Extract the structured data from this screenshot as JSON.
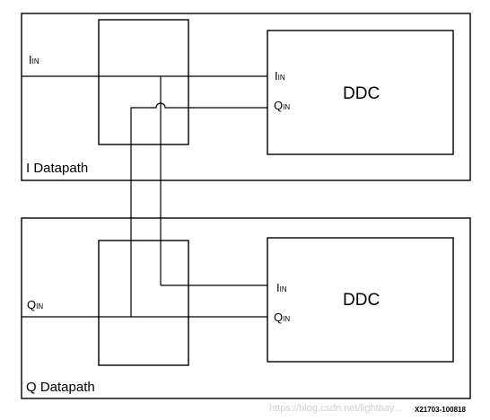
{
  "top_panel": {
    "label": "I Datapath",
    "input_main": "I",
    "input_sub": "IN",
    "ddc": {
      "title": "DDC",
      "port_i_main": "I",
      "port_i_sub": "IN",
      "port_q_main": "Q",
      "port_q_sub": "IN"
    }
  },
  "bottom_panel": {
    "label": "Q Datapath",
    "input_main": "Q",
    "input_sub": "IN",
    "ddc": {
      "title": "DDC",
      "port_i_main": "I",
      "port_i_sub": "IN",
      "port_q_main": "Q",
      "port_q_sub": "IN"
    }
  },
  "figure_code": "X21703-100818",
  "watermark": "https://blog.csdn.net/lightbay..."
}
